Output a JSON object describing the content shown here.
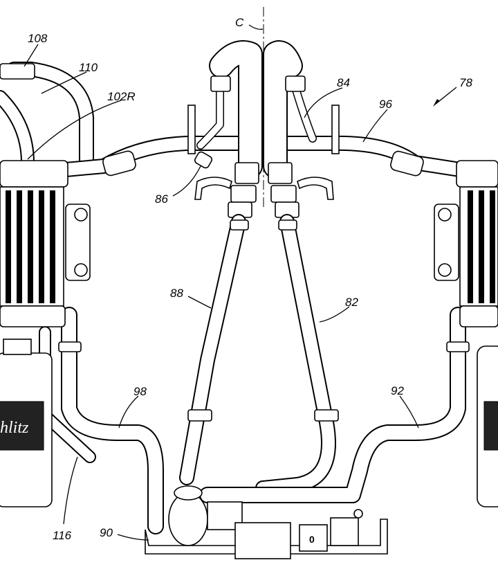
{
  "figure": {
    "reference_labels": {
      "system": "78",
      "centerline": "C",
      "clamp_top": "108",
      "hose_upper_left": "110",
      "cooler_right_side": "102R",
      "hose_84": "84",
      "crossbar": "96",
      "fitting_86": "86",
      "hose_88": "88",
      "hose_82": "82",
      "hose_98": "98",
      "hose_92": "92",
      "drain_tube": "116",
      "pump_assembly": "90"
    },
    "part_marking": "0",
    "filter_brand_logo": "Schlitz"
  }
}
